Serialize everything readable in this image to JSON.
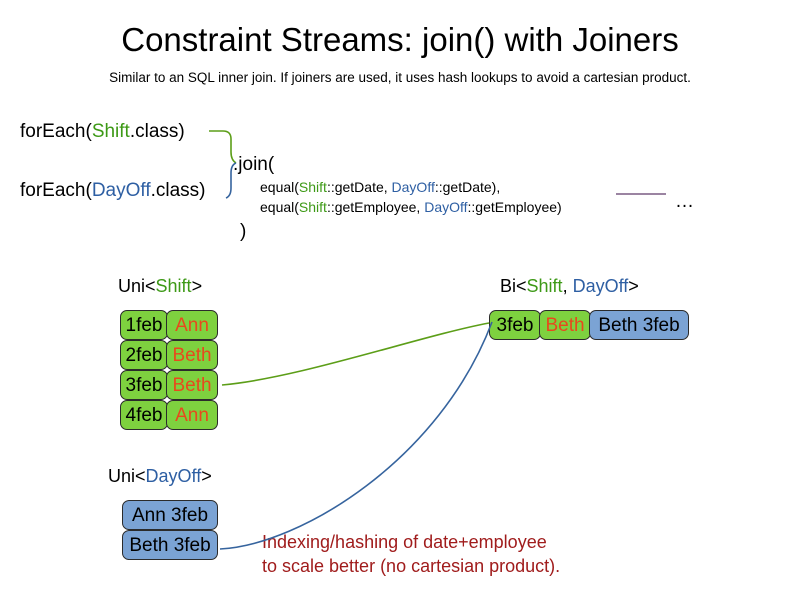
{
  "header": {
    "title": "Constraint Streams: join() with Joiners",
    "subtitle": "Similar to an SQL inner join. If joiners are used, it uses hash lookups to avoid a cartesian product."
  },
  "code": {
    "foreach_shift": {
      "prefix": "forEach(",
      "type": "Shift",
      "suffix": ".class)"
    },
    "foreach_dayoff": {
      "prefix": "forEach(",
      "type": "DayOff",
      "suffix": ".class)"
    },
    "join_open": ".join(",
    "join_close": ")",
    "args": [
      {
        "prefix": "equal(",
        "left_type": "Shift",
        "left_method": "::getDate, ",
        "right_type": "DayOff",
        "right_method": "::getDate),"
      },
      {
        "prefix": "equal(",
        "left_type": "Shift",
        "left_method": "::getEmployee, ",
        "right_type": "DayOff",
        "right_method": "::getEmployee)"
      }
    ],
    "ellipsis": "…"
  },
  "streams": {
    "uni_shift": {
      "label_prefix": "Uni<",
      "label_type": "Shift",
      "label_suffix": ">",
      "rows": [
        {
          "date": "1feb",
          "employee": "Ann"
        },
        {
          "date": "2feb",
          "employee": "Beth"
        },
        {
          "date": "3feb",
          "employee": "Beth"
        },
        {
          "date": "4feb",
          "employee": "Ann"
        }
      ]
    },
    "uni_dayoff": {
      "label_prefix": "Uni<",
      "label_type": "DayOff",
      "label_suffix": ">",
      "rows": [
        {
          "text": "Ann 3feb"
        },
        {
          "text": "Beth 3feb"
        }
      ]
    },
    "bi": {
      "label_prefix": "Bi<",
      "label_type_a": "Shift",
      "label_separator": ", ",
      "label_type_b": "DayOff",
      "label_suffix": ">",
      "row": {
        "date": "3feb",
        "employee": "Beth",
        "dayoff": "Beth 3feb"
      }
    }
  },
  "annotation": {
    "line1": "Indexing/hashing of date+employee",
    "line2": "to scale better (no cartesian product)."
  },
  "colors": {
    "shift_green": "#3d9916",
    "dayoff_blue": "#2e5fa3",
    "box_green_fill": "#7ed13f",
    "box_blue_fill": "#7ba3d4",
    "name_orange": "#e8491d",
    "annotation_red": "#a01c1c",
    "connector_green": "#5c9e18",
    "connector_blue": "#36649e",
    "rule_purple": "#7a5c84"
  }
}
